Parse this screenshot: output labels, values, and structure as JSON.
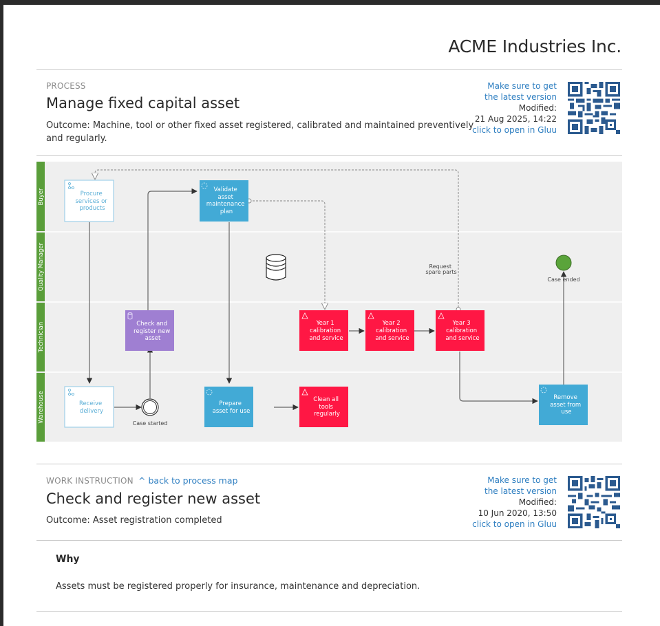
{
  "company": "ACME Industries Inc.",
  "process": {
    "kicker": "PROCESS",
    "title": "Manage fixed capital asset",
    "outcome_line1": "Outcome: Machine, tool or other fixed asset registered, calibrated and maintained preventively",
    "outcome_line2": "and regularly.",
    "meta": {
      "latest_line1": "Make sure to get",
      "latest_line2": "the latest version",
      "modified_label": "Modified:",
      "modified_value": "21 Aug 2025, 14:22",
      "open_link": "click to open in Gluu"
    },
    "qr_icon": "qr-code-icon"
  },
  "diagram": {
    "lanes": [
      "Buyer",
      "Quality Manager",
      "Technician",
      "Warehouse"
    ],
    "lane_color": "#5a9e3a",
    "tasks": {
      "procure": [
        "Procure",
        "services or",
        "products"
      ],
      "validate": [
        "Validate",
        "asset",
        "maintenance",
        "plan"
      ],
      "check": [
        "Check and",
        "register new",
        "asset"
      ],
      "year1": [
        "Year 1",
        "calibration",
        "and service"
      ],
      "year2": [
        "Year 2",
        "calibration",
        "and service"
      ],
      "year3": [
        "Year 3",
        "calibration",
        "and service"
      ],
      "receive": [
        "Receive",
        "delivery"
      ],
      "prepare": [
        "Prepare",
        "asset for use"
      ],
      "clean": [
        "Clean all",
        "tools",
        "regularly"
      ],
      "remove": [
        "Remove",
        "asset from",
        "use"
      ]
    },
    "labels": {
      "case_started": "Case started",
      "case_ended": "Case ended",
      "request_line1": "Request",
      "request_line2": "spare parts"
    },
    "colors": {
      "blue": "#42aad6",
      "red": "#ff1744",
      "purple": "#9f7fd2",
      "green_end": "#5aa43a",
      "background": "#efefef"
    }
  },
  "work_instruction": {
    "kicker": "WORK INSTRUCTION",
    "back_link": "back to process map",
    "title": "Check and register new asset",
    "outcome": "Outcome: Asset registration completed",
    "meta": {
      "latest_line1": "Make sure to get",
      "latest_line2": "the latest version",
      "modified_label": "Modified:",
      "modified_value": "10 Jun 2020, 13:50",
      "open_link": "click to open in Gluu"
    }
  },
  "why": {
    "title": "Why",
    "text": "Assets must be registered properly for insurance, maintenance and depreciation."
  }
}
